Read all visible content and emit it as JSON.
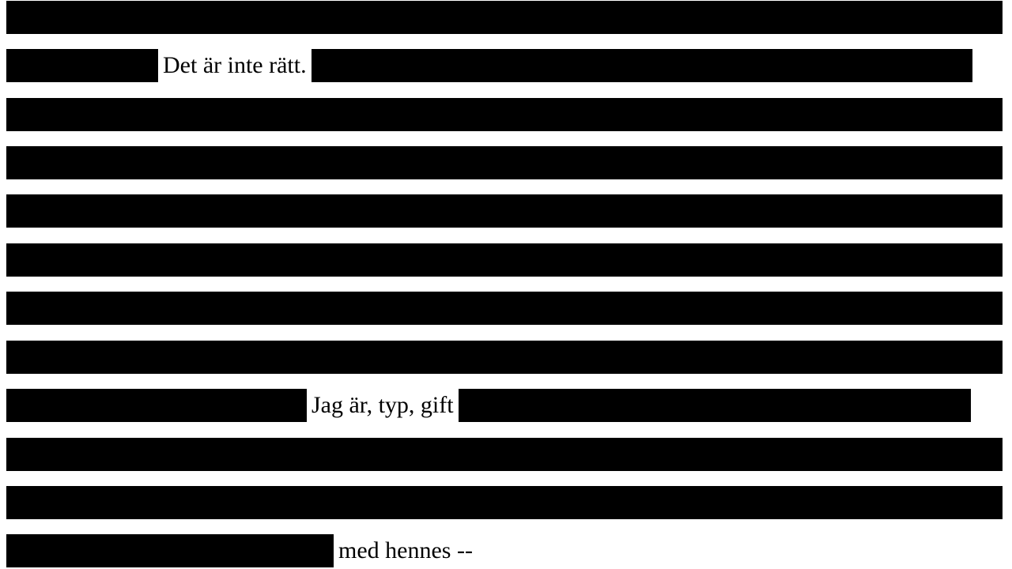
{
  "document": {
    "lines": [
      {
        "kind": "redacted"
      },
      {
        "kind": "mixed",
        "text": "Det är inte rätt."
      },
      {
        "kind": "redacted"
      },
      {
        "kind": "redacted"
      },
      {
        "kind": "redacted"
      },
      {
        "kind": "redacted"
      },
      {
        "kind": "redacted"
      },
      {
        "kind": "redacted"
      },
      {
        "kind": "mixed",
        "text": "Jag är, typ, gift"
      },
      {
        "kind": "redacted"
      },
      {
        "kind": "redacted"
      },
      {
        "kind": "mixed",
        "text": "med hennes --"
      }
    ],
    "colors": {
      "redaction": "#000000",
      "background": "#ffffff",
      "text": "#000000"
    }
  }
}
